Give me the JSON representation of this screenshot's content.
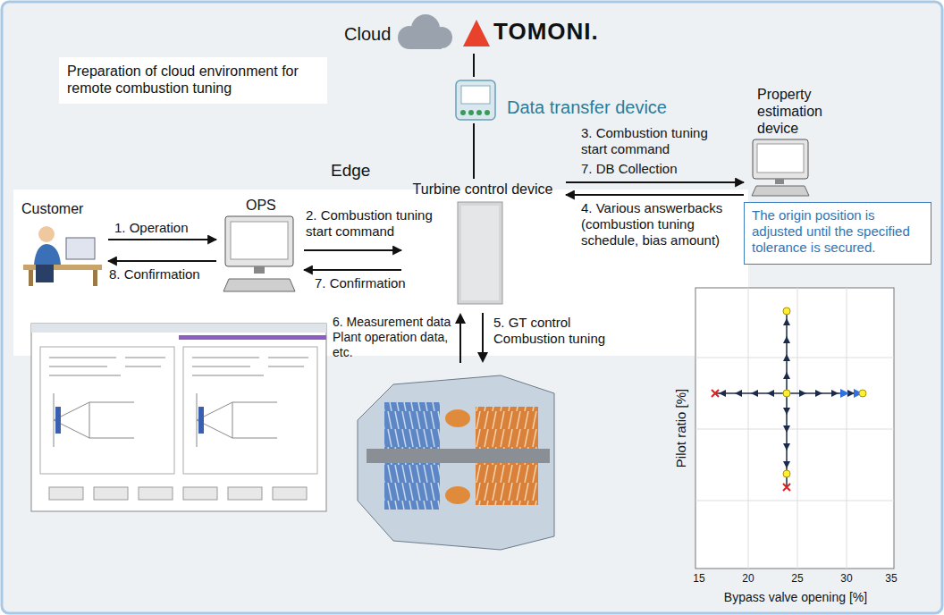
{
  "diagram": {
    "nodes": [
      {
        "text": [
          "Cloud",
          "TOMONI."
        ]
      },
      {
        "text": [
          "Data transfer device"
        ]
      },
      {
        "text": [
          "Preparation of cloud environment for remote combustion tuning"
        ]
      },
      {
        "text": [
          "Edge"
        ]
      },
      {
        "text": [
          "Customer"
        ],
        "in": 3
      },
      {
        "text": [
          "OPS"
        ],
        "in": 3
      },
      {
        "text": [
          "Turbine control device"
        ],
        "in": 3
      },
      {
        "text": [
          "Property estimation device"
        ]
      },
      {
        "text": [
          "The origin position is adjusted until the specified tolerance is secured."
        ]
      }
    ],
    "edges": [
      {
        "from": 0,
        "to": 1,
        "arrow": "none"
      },
      {
        "from": 1,
        "to": 6,
        "arrow": "none"
      },
      {
        "from": 4,
        "to": 5,
        "label": "1. Operation",
        "arrow": "to"
      },
      {
        "from": 5,
        "to": 4,
        "label": "8. Confirmation",
        "arrow": "to"
      },
      {
        "from": 5,
        "to": 6,
        "label": "2. Combustion tuning start command",
        "arrow": "to"
      },
      {
        "from": 6,
        "to": 5,
        "label": "7. Confirmation",
        "arrow": "to"
      },
      {
        "from": 6,
        "to": 7,
        "label": "3. Combustion tuning start command",
        "arrow": "to"
      },
      {
        "from": 7,
        "to": 6,
        "label": "4. Various answerbacks (combustion tuning schedule, bias amount)",
        "arrow": "to"
      }
    ],
    "labels": [
      "7. DB Collection",
      "6. Measurement data Plant operation data, etc.",
      "5. GT control Combustion tuning",
      "Pilot ratio [%]",
      "Bypass valve opening [%]",
      "15",
      "20",
      "25",
      "30",
      "35"
    ]
  }
}
